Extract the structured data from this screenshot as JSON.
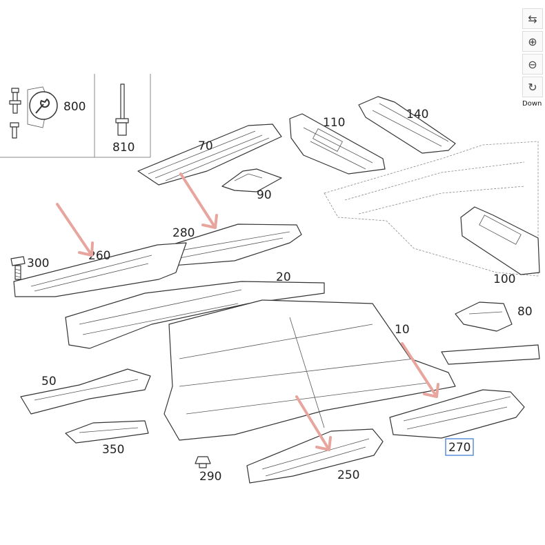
{
  "labels": {
    "p800": "800",
    "p810": "810",
    "p70": "70",
    "p110": "110",
    "p140": "140",
    "p90": "90",
    "p280": "280",
    "p260": "260",
    "p300": "300",
    "p20": "20",
    "p100": "100",
    "p80": "80",
    "p10": "10",
    "p50": "50",
    "p350": "350",
    "p290": "290",
    "p250": "250",
    "p270": "270"
  },
  "toolbar": {
    "swap_icon": "⇆",
    "zoom_in_icon": "⊕",
    "zoom_out_icon": "⊖",
    "rotate_icon": "↻",
    "down_label": "Down"
  },
  "colors": {
    "arrow": "#e8a59d",
    "highlight": "#5a8fd8"
  }
}
